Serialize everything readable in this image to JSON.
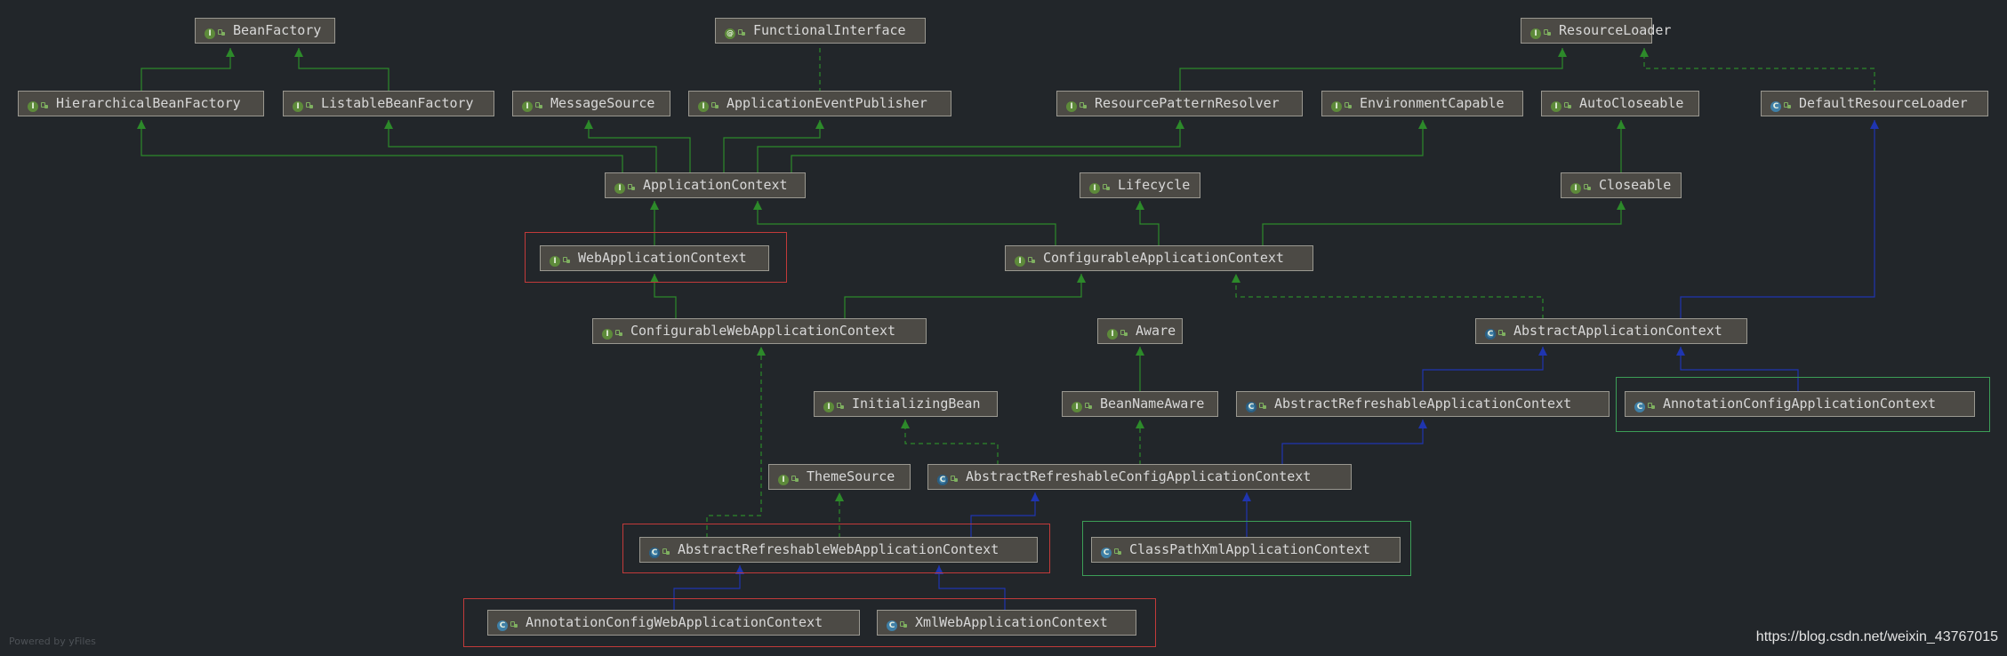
{
  "colors": {
    "background": "#22262a",
    "extends_interface": "#2d8a2a",
    "extends_class": "#1f35b0",
    "highlight_red": "#c23a3a",
    "highlight_green": "#3c9e57"
  },
  "nodes": {
    "bean_factory": {
      "label": "BeanFactory",
      "kind": "interface"
    },
    "functional_interface": {
      "label": "FunctionalInterface",
      "kind": "annotation"
    },
    "resource_loader": {
      "label": "ResourceLoader",
      "kind": "interface"
    },
    "hierarchical_bean_factory": {
      "label": "HierarchicalBeanFactory",
      "kind": "interface"
    },
    "listable_bean_factory": {
      "label": "ListableBeanFactory",
      "kind": "interface"
    },
    "message_source": {
      "label": "MessageSource",
      "kind": "interface"
    },
    "application_event_publisher": {
      "label": "ApplicationEventPublisher",
      "kind": "interface"
    },
    "resource_pattern_resolver": {
      "label": "ResourcePatternResolver",
      "kind": "interface"
    },
    "environment_capable": {
      "label": "EnvironmentCapable",
      "kind": "interface"
    },
    "auto_closeable": {
      "label": "AutoCloseable",
      "kind": "interface"
    },
    "default_resource_loader": {
      "label": "DefaultResourceLoader",
      "kind": "class"
    },
    "application_context": {
      "label": "ApplicationContext",
      "kind": "interface"
    },
    "lifecycle": {
      "label": "Lifecycle",
      "kind": "interface"
    },
    "closeable": {
      "label": "Closeable",
      "kind": "interface"
    },
    "web_application_context": {
      "label": "WebApplicationContext",
      "kind": "interface"
    },
    "configurable_application_context": {
      "label": "ConfigurableApplicationContext",
      "kind": "interface"
    },
    "configurable_web_application_context": {
      "label": "ConfigurableWebApplicationContext",
      "kind": "interface"
    },
    "aware": {
      "label": "Aware",
      "kind": "interface"
    },
    "abstract_application_context": {
      "label": "AbstractApplicationContext",
      "kind": "abstract"
    },
    "initializing_bean": {
      "label": "InitializingBean",
      "kind": "interface"
    },
    "bean_name_aware": {
      "label": "BeanNameAware",
      "kind": "interface"
    },
    "abstract_refreshable_application_context": {
      "label": "AbstractRefreshableApplicationContext",
      "kind": "abstract"
    },
    "annotation_config_application_context": {
      "label": "AnnotationConfigApplicationContext",
      "kind": "class"
    },
    "theme_source": {
      "label": "ThemeSource",
      "kind": "interface"
    },
    "abstract_refreshable_config_application_context": {
      "label": "AbstractRefreshableConfigApplicationContext",
      "kind": "abstract"
    },
    "abstract_refreshable_web_application_context": {
      "label": "AbstractRefreshableWebApplicationContext",
      "kind": "abstract"
    },
    "class_path_xml_application_context": {
      "label": "ClassPathXmlApplicationContext",
      "kind": "class"
    },
    "annotation_config_web_application_context": {
      "label": "AnnotationConfigWebApplicationContext",
      "kind": "class"
    },
    "xml_web_application_context": {
      "label": "XmlWebApplicationContext",
      "kind": "class"
    }
  },
  "footer": {
    "powered_by": "Powered by yFiles"
  },
  "watermark": "https://blog.csdn.net/weixin_43767015"
}
